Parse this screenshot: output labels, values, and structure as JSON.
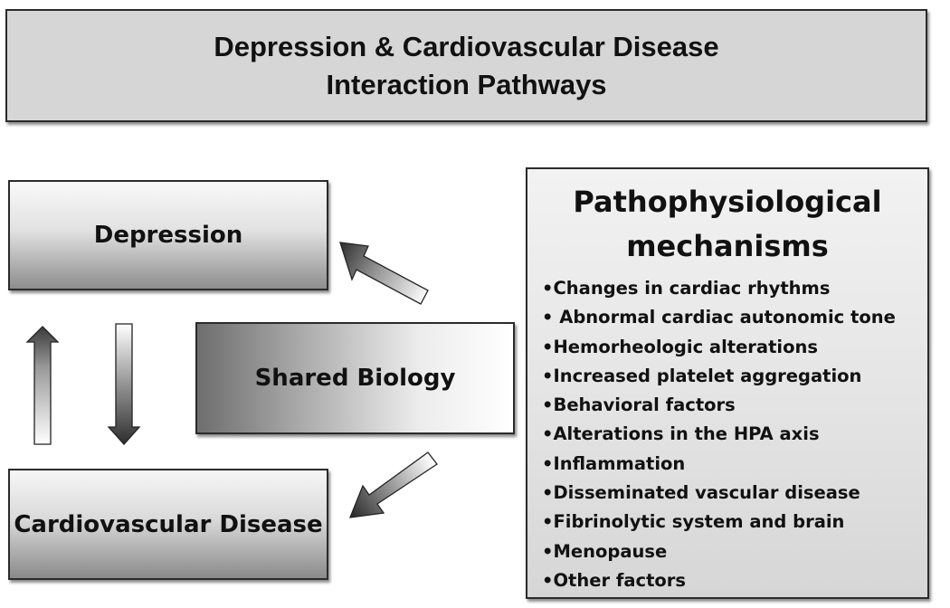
{
  "title": {
    "line1": "Depression & Cardiovascular Disease",
    "line2": "Interaction Pathways"
  },
  "nodes": {
    "depression": "Depression",
    "cardiovascular_disease": "Cardiovascular Disease",
    "shared_biology": "Shared Biology"
  },
  "mechanisms": {
    "title_line1": "Pathophysiological",
    "title_line2": "mechanisms",
    "items": [
      "•Changes in cardiac rhythms",
      "• Abnormal cardiac autonomic tone",
      "•Hemorheologic alterations",
      "•Increased platelet aggregation",
      "•Behavioral factors",
      "•Alterations in the HPA axis",
      "•Inflammation",
      "•Disseminated vascular disease",
      "•Fibrinolytic system and brain",
      "•Menopause",
      "•Other factors"
    ]
  }
}
